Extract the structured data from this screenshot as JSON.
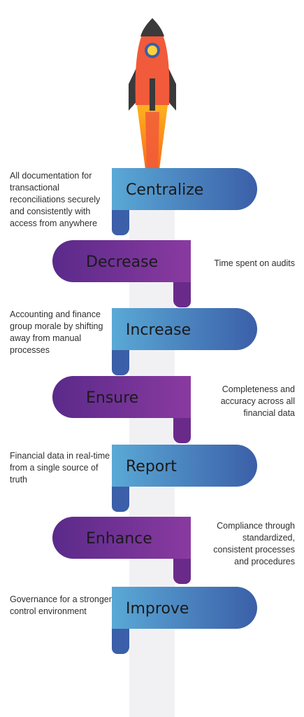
{
  "steps": [
    {
      "label": "Centralize",
      "description": "All documentation for transactional reconciliations securely and consistently with access from anywhere",
      "side": "left",
      "color_from": "#5aa9d6",
      "color_to": "#3b5fa8"
    },
    {
      "label": "Decrease",
      "description": "Time spent on audits",
      "side": "right",
      "color_from": "#5a2a8a",
      "color_to": "#8a3aa0"
    },
    {
      "label": "Increase",
      "description": "Accounting and finance group morale by shifting away from manual processes",
      "side": "left",
      "color_from": "#5aa9d6",
      "color_to": "#3b5fa8"
    },
    {
      "label": "Ensure",
      "description": "Completeness and accuracy across all financial data",
      "side": "right",
      "color_from": "#5a2a8a",
      "color_to": "#8a3aa0"
    },
    {
      "label": "Report",
      "description": "Financial data in real-time from a single source of truth",
      "side": "left",
      "color_from": "#5aa9d6",
      "color_to": "#3b5fa8"
    },
    {
      "label": "Enhance",
      "description": "Compliance through standardized, consistent processes and procedures",
      "side": "right",
      "color_from": "#5a2a8a",
      "color_to": "#8a3aa0"
    },
    {
      "label": "Improve",
      "description": "Governance for a stronger control environment",
      "side": "left",
      "color_from": "#5aa9d6",
      "color_to": "#3b5fa8"
    }
  ],
  "colors": {
    "rocket_body": "#f15a3a",
    "rocket_fins": "#3a3a3a",
    "flame": "#f7941d",
    "track": "#f1f1f3"
  }
}
